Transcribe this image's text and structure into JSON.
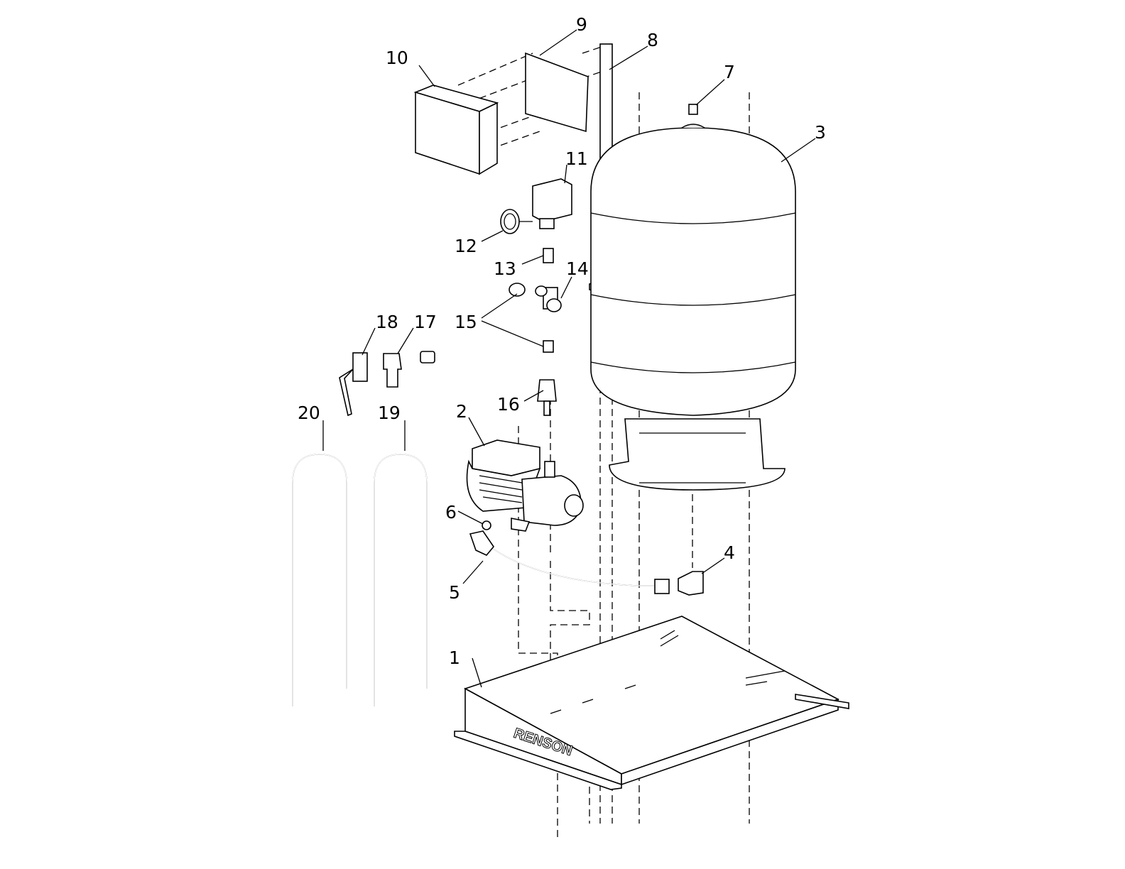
{
  "diagram": {
    "title": "",
    "brand_label": "RENSON",
    "callouts": [
      "1",
      "2",
      "3",
      "4",
      "5",
      "6",
      "7",
      "8",
      "9",
      "10",
      "11",
      "12",
      "13",
      "14",
      "15",
      "16",
      "17",
      "18",
      "19",
      "20"
    ]
  }
}
